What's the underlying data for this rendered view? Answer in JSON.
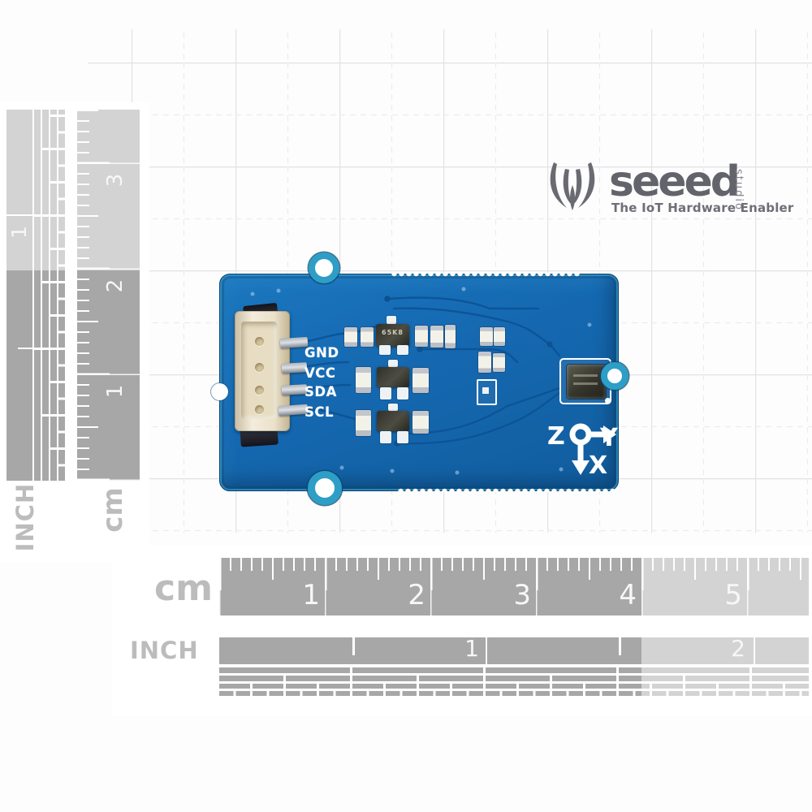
{
  "logo": {
    "brand": "seeed",
    "studio": "studio",
    "tagline": "The IoT Hardware Enabler",
    "color": "#63636b",
    "icon": "lotus-leaves-icon"
  },
  "pcb": {
    "pin_labels": [
      "GND",
      "VCC",
      "SDA",
      "SCL"
    ],
    "transistor_label": "65K8",
    "axis": {
      "z": "Z",
      "y": "Y",
      "x": "X"
    },
    "board_color": "#1568b0",
    "rim_color": "#2d9ec6",
    "trace_color": "#0c5496",
    "silkscreen_color": "#ffffff"
  },
  "rulers": {
    "left": {
      "cm_numbers": [
        "1",
        "2",
        "3"
      ],
      "inch_numbers": [
        "1"
      ],
      "cm_unit": "cm",
      "inch_unit": "INCH"
    },
    "bottom": {
      "cm_numbers": [
        "1",
        "2",
        "3",
        "4",
        "5"
      ],
      "inch_numbers": [
        "1",
        "2"
      ],
      "cm_unit": "cm",
      "inch_unit": "INCH"
    },
    "dark_color": "#a7a7a7",
    "light_color": "#d3d3d3"
  }
}
